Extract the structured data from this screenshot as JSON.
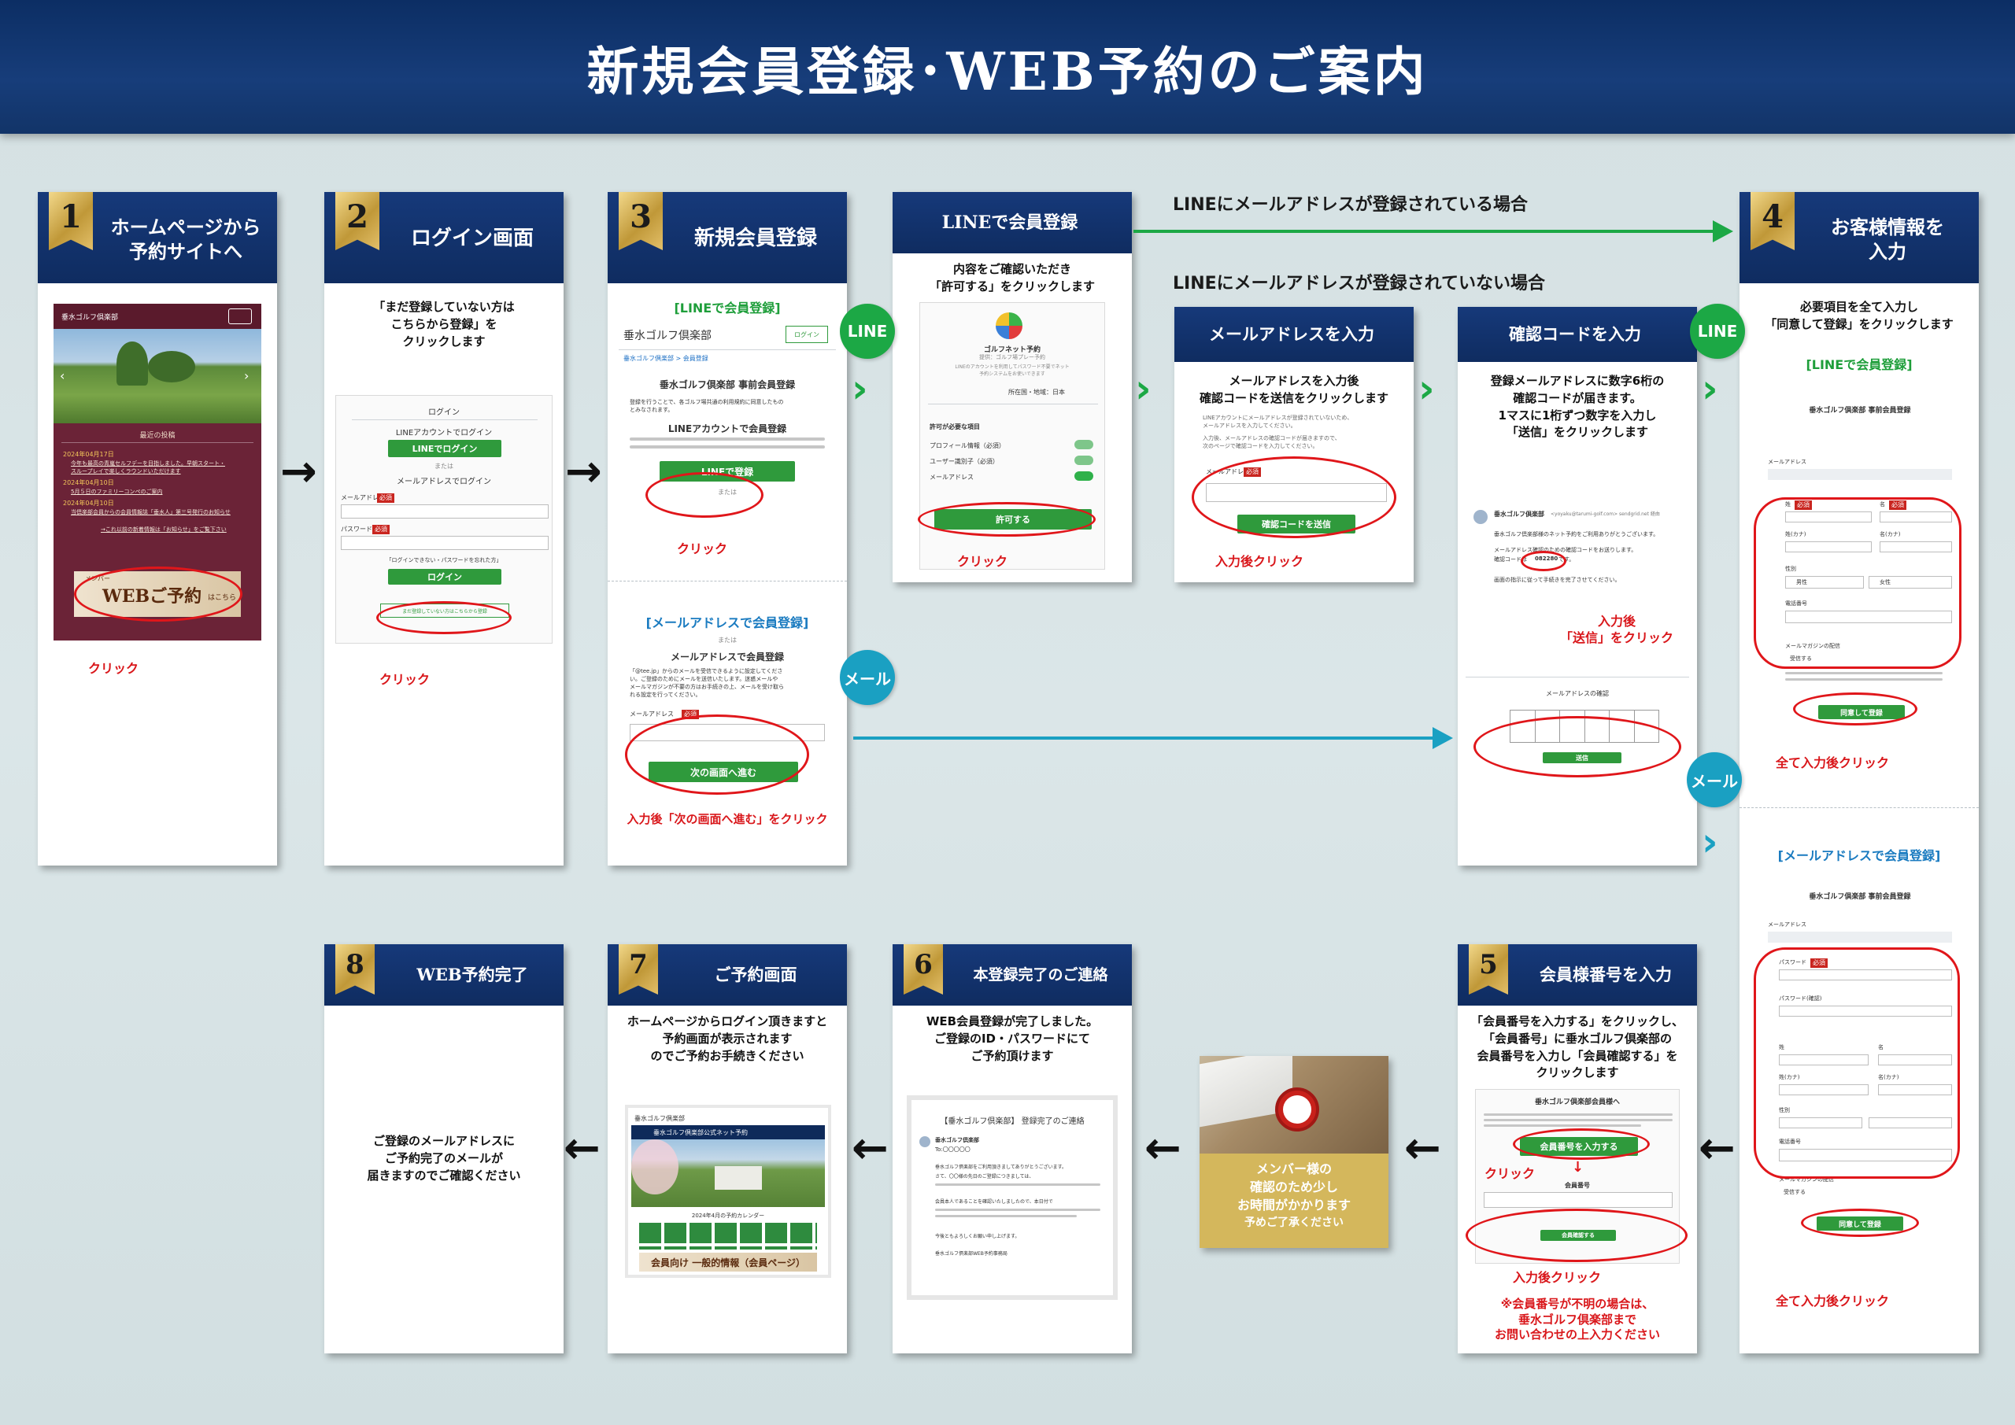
{
  "header": {
    "title": "新規会員登録･WEB予約のご案内"
  },
  "colors": {
    "navy": "#0f2c60",
    "line_green": "#1ca845",
    "mail_teal": "#1aa0c2",
    "red": "#e0161a",
    "gold": "#c09838"
  },
  "steps": {
    "s1": {
      "num": "1",
      "title_l1": "ホームページから",
      "title_l2": "予約サイトへ",
      "click": "クリック",
      "site_name": "垂水ゴルフ倶楽部",
      "news_title": "最近の投稿",
      "news1_date": "2024年04月17日",
      "news1_l1": "今年も最高の青嵐セルフデーを目指しました。早朝スタート・",
      "news1_l2": "スループレイで楽しくラウンドいただけます",
      "news2_date": "2024年04月10日",
      "news2": "5月５日のファミリーコンペのご案内",
      "news3_date": "2024年04月10日",
      "news3": "当倶楽部会員からの会員情報誌「垂水人」第三号発行のお知らせ",
      "news_more": "→これ以前の新着情報は「お知らせ」をご覧下さい",
      "member": "メンバー",
      "banner": "WEBご予約",
      "banner_sub": "はこちら"
    },
    "s2": {
      "num": "2",
      "title": "ログイン画面",
      "desc_l1": "「まだ登録していない方は",
      "desc_l2": "こちらから登録」を",
      "desc_l3": "クリックします",
      "login_head": "ログイン",
      "line_login_label": "LINEアカウントでログイン",
      "line_login_btn": "LINEでログイン",
      "or": "または",
      "mail_login_label": "メールアドレスでログイン",
      "mail_field": "メールアドレス",
      "pass_field": "パスワード",
      "req": "必須",
      "forgot": "「ログインできない・パスワードを忘れた方」",
      "login_btn": "ログイン",
      "register_link": "まだ登録していない方はこちらから登録",
      "click": "クリック"
    },
    "s3": {
      "num": "3",
      "title": "新規会員登録",
      "line_head": "[LINEで会員登録]",
      "club_logo": "垂水ゴルフ倶楽部",
      "login_small": "ログイン",
      "crumb": "垂水ゴルフ倶楽部 > 会員登録",
      "form_title": "垂水ゴルフ倶楽部 事前会員登録",
      "form_note_l1": "登録を行うことで、各ゴルフ場共通の利用規約に同意したもの",
      "form_note_l2": "とみなされます。",
      "line_reg_label": "LINEアカウントで会員登録",
      "line_reg_btn": "LINEで登録",
      "or": "または",
      "click": "クリック",
      "mail_head": "[メールアドレスで会員登録]",
      "mail_reg_label": "メールアドレスで会員登録",
      "mail_note_l1": "「@tee.jp」からのメールを受信できるように設定してくださ",
      "mail_note_l2": "い。ご登録のためにメールを送信いたします。迷惑メールや",
      "mail_note_l3": "メールマガジンが不要の方はお手続きの上、メールを受け取ら",
      "mail_note_l4": "れる設定を行ってください。",
      "mail_field": "メールアドレス",
      "req": "必須",
      "next_btn": "次の画面へ進む",
      "after": "入力後「次の画面へ進む」をクリック"
    },
    "line_reg": {
      "title": "LINEで会員登録",
      "desc_l1": "内容をご確認いただき",
      "desc_l2": "「許可する」をクリックします",
      "app_name": "ゴルフネット予約",
      "app_sub": "提供：ゴルフ場プレー予約",
      "app_note_l1": "LINEのアカウントを利用してパスワード不要でネット",
      "app_note_l2": "予約システムをお使いできます",
      "region": "所在国・地域：日本",
      "perm_head": "許可が必要な項目",
      "perm1": "プロフィール情報（必須）",
      "perm2": "ユーザー識別子（必須）",
      "perm3": "メールアドレス",
      "allow_btn": "許可する",
      "click": "クリック"
    },
    "branch": {
      "registered": "LINEにメールアドレスが登録されている場合",
      "not_registered": "LINEにメールアドレスが登録されていない場合"
    },
    "mail_input": {
      "title": "メールアドレスを入力",
      "desc_l1": "メールアドレスを入力後",
      "desc_l2": "確認コードを送信をクリックします",
      "note_l1": "LINEアカウントにメールアドレスが登録されていないため、",
      "note_l2": "メールアドレスを入力してください。",
      "note_l3": "入力後、メールアドレスの確認コードが届きますので、",
      "note_l4": "次のページで確認コードを入力してください。",
      "field": "メールアドレス",
      "req": "必須",
      "send_btn": "確認コードを送信",
      "after": "入力後クリック"
    },
    "code_input": {
      "title": "確認コードを入力",
      "desc_l1": "登録メールアドレスに数字6桁の",
      "desc_l2": "確認コードが届きます。",
      "desc_l3": "1マスに1桁ずつ数字を入力し",
      "desc_l4": "「送信」をクリックします",
      "sender": "垂水ゴルフ倶楽部",
      "sender_addr": "<yoyaku@tarumi-golf.com> sendgrid.net 経由",
      "mail_l1": "垂水ゴルフ倶楽部様のネット予約をご利用ありがとうございます。",
      "mail_l2": "メールアドレス確認のための確認コードをお送りします。",
      "code_label": "確認コードは",
      "code": "082280",
      "code_suffix": "です。",
      "mail_l3": "画面の指示に従って手続きを完了させてください。",
      "after_l1": "入力後",
      "after_l2": "「送信」をクリック",
      "form_head": "メールアドレスの確認",
      "send_btn": "送信"
    },
    "s4": {
      "num": "4",
      "title_l1": "お客様情報を",
      "title_l2": "入力",
      "desc_l1": "必要項目を全て入力し",
      "desc_l2": "「同意して登録」をクリックします",
      "line_head": "[LINEで会員登録]",
      "form_title": "垂水ゴルフ倶楽部 事前会員登録",
      "mail_field": "メールアドレス",
      "last": "姓",
      "first": "名",
      "last_kana": "姓(カナ)",
      "first_kana": "名(カナ)",
      "gender": "性別",
      "male": "男性",
      "female": "女性",
      "phone": "電話番号",
      "magazine": "メールマガジンの配信",
      "receive": "受信する",
      "req": "必須",
      "agree_btn": "同意して登録",
      "after": "全て入力後クリック",
      "mail_head": "[メールアドレスで会員登録]",
      "password": "パスワード",
      "password_confirm": "パスワード(確認)"
    },
    "s5": {
      "num": "5",
      "title": "会員様番号を入力",
      "desc_l1": "「会員番号を入力する」をクリックし、",
      "desc_l2": "「会員番号」に垂水ゴルフ倶楽部の",
      "desc_l3": "会員番号を入力し「会員確認する」を",
      "desc_l4": "クリックします",
      "mock_title": "垂水ゴルフ倶楽部会員様へ",
      "member_btn": "会員番号を入力する",
      "member_field": "会員番号",
      "confirm_btn": "会員確認する",
      "click": "クリック",
      "after": "入力後クリック",
      "note_l1": "※会員番号が不明の場合は、",
      "note_l2": "垂水ゴルフ倶楽部まで",
      "note_l3": "お問い合わせの上入力ください"
    },
    "wait": {
      "l1": "メンバー様の",
      "l2": "確認のため少し",
      "l3": "お時間がかかります",
      "l4": "予めご了承ください"
    },
    "s6": {
      "num": "6",
      "title": "本登録完了のご連絡",
      "desc_l1": "WEB会員登録が完了しました。",
      "desc_l2": "ご登録のID・パスワードにて",
      "desc_l3": "ご予約頂けます",
      "mail_subject": "【垂水ゴルフ倶楽部】 登録完了のご連絡",
      "mail_sender": "垂水ゴルフ倶楽部",
      "mail_to": "To:〇〇〇〇〇",
      "body_l1": "垂水ゴルフ倶楽部をご利用頂きましてありがとうございます。",
      "body_l2": "さて、〇〇様の先日のご登録につきましては、",
      "body_l3": "会員本人であることを確認いたしましたので、本日付で",
      "body_l4": "今後ともよろしくお願い申し上げます。",
      "body_sign": "垂水ゴルフ倶楽部WEB予約事務局"
    },
    "s7": {
      "num": "7",
      "title": "ご予約画面",
      "desc_l1": "ホームページからログイン頂きますと",
      "desc_l2": "予約画面が表示されます",
      "desc_l3": "のでご予約お手続きください",
      "site_name": "垂水ゴルフ倶楽部",
      "site_banner": "垂水ゴルフ倶楽部公式ネット予約",
      "calendar": "2024年4月の予約カレンダー",
      "member_banner": "会員向け 一般的情報（会員ページ）"
    },
    "s8": {
      "num": "8",
      "title": "WEB予約完了",
      "desc_l1": "ご登録のメールアドレスに",
      "desc_l2": "ご予約完了のメールが",
      "desc_l3": "届きますのでご確認ください"
    },
    "badges": {
      "line": "LINE",
      "mail": "メール"
    }
  }
}
